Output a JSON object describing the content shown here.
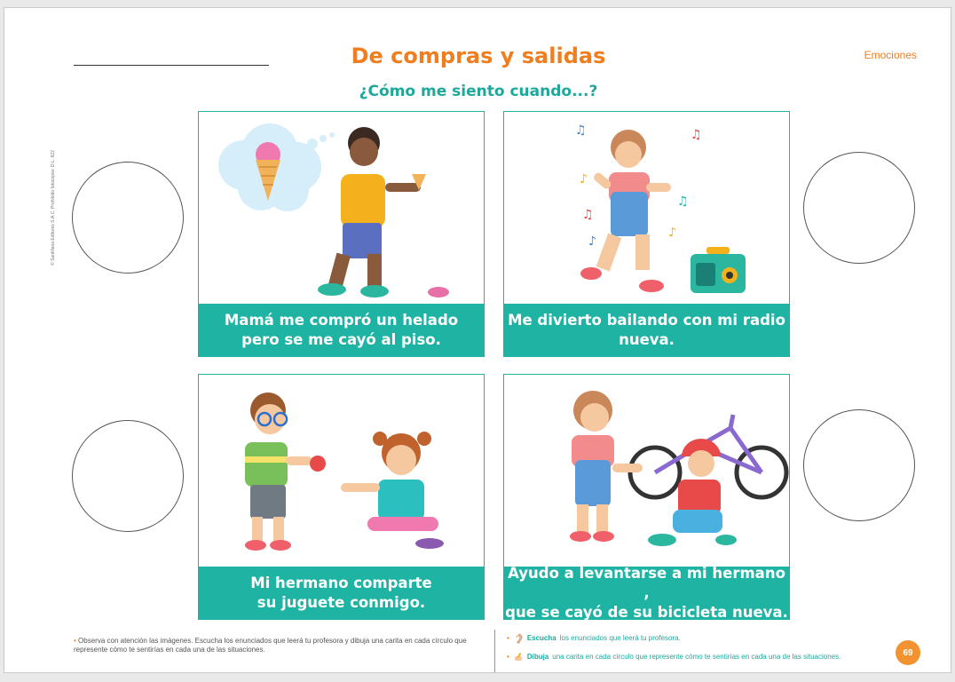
{
  "header": {
    "title": "De compras y salidas",
    "subtitle": "¿Cómo me siento cuando...?",
    "category": "Emociones",
    "copyright": "© Santillana Editores S.A.C. Prohibido fotocopiar. D.L. 822"
  },
  "cards": [
    {
      "line1": "Mamá me compró un helado",
      "line2": "pero se me cayó al piso."
    },
    {
      "line1": "Me divierto bailando con mi radio",
      "line2": "nueva."
    },
    {
      "line1": "Mi hermano comparte",
      "line2": "su juguete conmigo."
    },
    {
      "line1": "Ayudo a levantarse a mi hermano ,",
      "line2": "que se cayó de su bicicleta nueva."
    }
  ],
  "footer": {
    "instruction": "Observa con atención las imágenes. Escucha los enunciados que leerá tu profesora y dibuja una carita en cada círculo que represente cómo te sentirías en cada una de las situaciones.",
    "step1_verb": "Escucha",
    "step1_text": "los enunciados que leerá tu profesora.",
    "step2_verb": "Dibuja",
    "step2_text": "una carita en cada círculo que represente cómo te sentirías en cada una de las situaciones.",
    "page_number": "69"
  },
  "colors": {
    "accent_orange": "#f07d1e",
    "teal": "#1fb3a4"
  }
}
